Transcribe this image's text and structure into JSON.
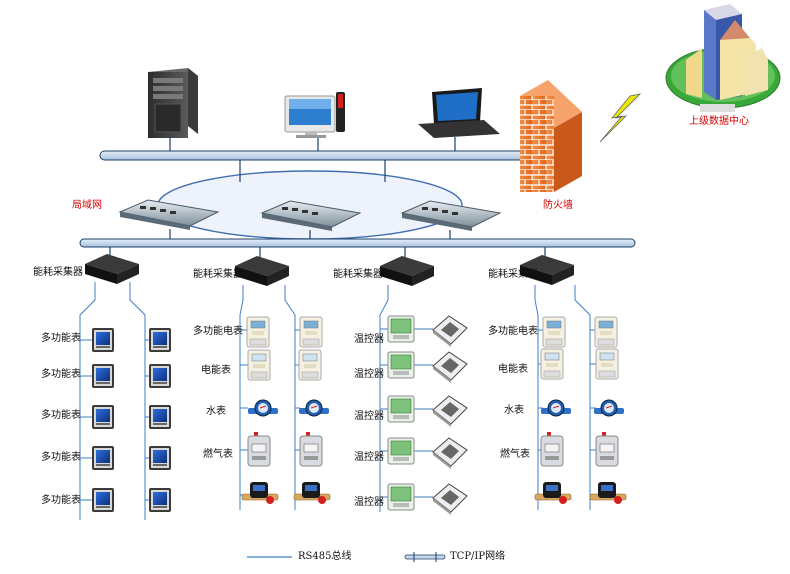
{
  "labels": {
    "lan": "局域网",
    "firewall": "防火墙",
    "datacenter": "上级数据中心",
    "collector": "能耗采集器",
    "multi_meter": "多功能表",
    "multi_elec_meter": "多功能电表",
    "elec_meter": "电能表",
    "water_meter": "水表",
    "gas_meter": "燃气表",
    "thermostat": "温控器"
  },
  "legend": {
    "rs485": "RS485总线",
    "tcpip": "TCP/IP网络"
  },
  "colors": {
    "bus_fill": "#c6d8ec",
    "bus_stroke": "#1f3f66",
    "wire": "#3f7fc4",
    "firewall": "#f07c28",
    "accent_red": "#d40000",
    "lightning": "#e8e800",
    "meter_screen": "#2c6ad6",
    "thermostat_green": "#7cc27a"
  }
}
